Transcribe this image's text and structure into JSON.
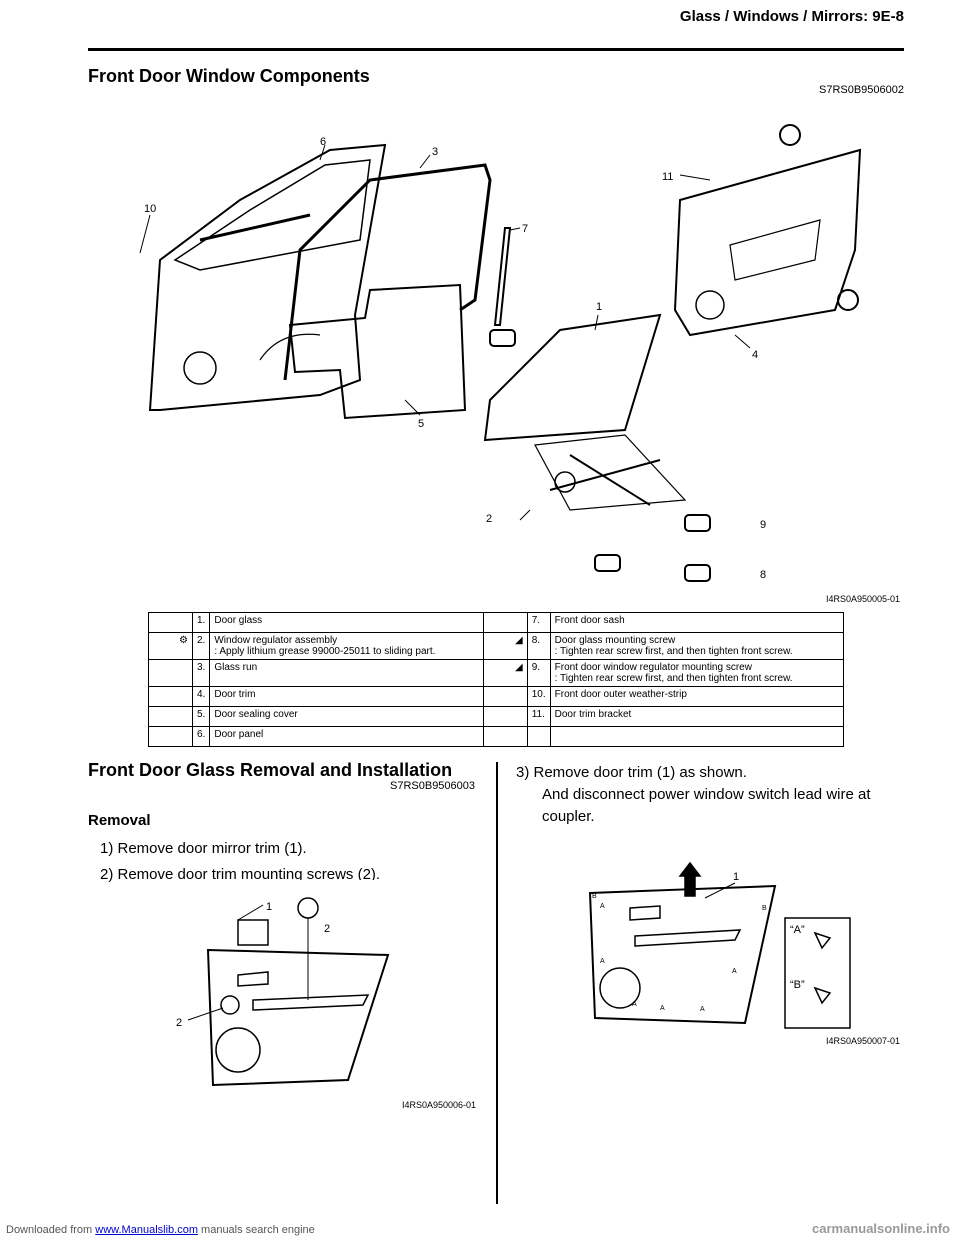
{
  "header": {
    "title": "Glass / Windows / Mirrors:    9E-8"
  },
  "section": {
    "title": "Front Door Window Components",
    "code": "S7RS0B9506002"
  },
  "figure_main": {
    "code": "I4RS0A950005-01",
    "callouts": [
      "1",
      "2",
      "3",
      "4",
      "5",
      "6",
      "7",
      "8",
      "9",
      "10",
      "11"
    ]
  },
  "legend": {
    "rows": [
      {
        "l_num": "1.",
        "l_text": "Door glass",
        "l_note": "",
        "r_num": "7.",
        "r_text": "Front door sash",
        "r_note": ""
      },
      {
        "l_num": "2.",
        "l_text": "Window regulator assembly",
        "l_note": ": Apply lithium grease 99000-25011 to sliding part.",
        "r_num": "8.",
        "r_text": "Door glass mounting screw",
        "r_note": ": Tighten rear screw first, and then tighten front screw."
      },
      {
        "l_num": "3.",
        "l_text": "Glass run",
        "l_note": "",
        "r_num": "9.",
        "r_text": "Front door window regulator mounting screw",
        "r_note": ": Tighten rear screw first, and then tighten front screw."
      },
      {
        "l_num": "4.",
        "l_text": "Door trim",
        "l_note": "",
        "r_num": "10.",
        "r_text": "Front door outer weather-strip",
        "r_note": ""
      },
      {
        "l_num": "5.",
        "l_text": "Door sealing cover",
        "l_note": "",
        "r_num": "11.",
        "r_text": "Door trim bracket",
        "r_note": ""
      },
      {
        "l_num": "6.",
        "l_text": "Door panel",
        "l_note": "",
        "r_num": "",
        "r_text": "",
        "r_note": ""
      }
    ]
  },
  "subsection": {
    "title": "Front Door Glass Removal and Installation",
    "code": "S7RS0B9506003"
  },
  "removal": {
    "heading": "Removal",
    "step1": "1)  Remove door mirror trim (1).",
    "step2": "2)  Remove door trim mounting screws (2).",
    "step3a": "3)  Remove door trim (1) as shown.",
    "step3b": "And disconnect power window switch lead wire at",
    "step3c": "coupler."
  },
  "figure_left": {
    "code": "I4RS0A950006-01",
    "callouts": [
      "1",
      "2",
      "2"
    ]
  },
  "figure_right": {
    "code": "I4RS0A950007-01",
    "callouts": [
      "1",
      "“A”",
      "“B”"
    ],
    "clip_a": "A",
    "clip_b": "B"
  },
  "footer": {
    "prefix": "Downloaded from ",
    "link": "www.Manualslib.com",
    "suffix": " manuals search engine",
    "watermark": "carmanualsonline.info"
  }
}
